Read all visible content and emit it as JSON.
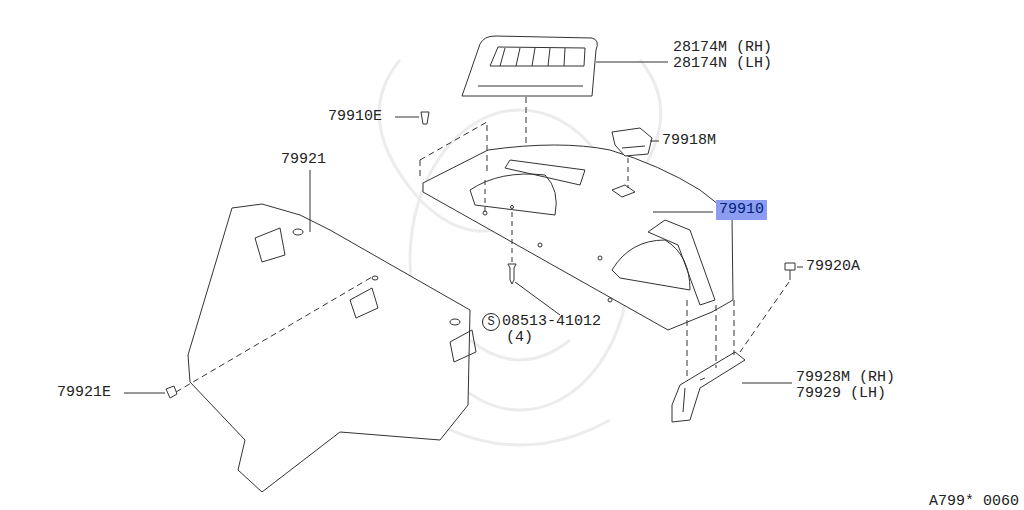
{
  "diagram": {
    "nodes": [
      {
        "text": [
          "79910"
        ]
      },
      {
        "text": [
          "S"
        ]
      }
    ],
    "labels": [
      "28174M (RH)",
      "28174N (LH)",
      "79910E",
      "79918M",
      "79921",
      "79920A",
      "08513-41012",
      "(4)",
      "79928M (RH)",
      "79929 (LH)",
      "79921E",
      "A799* 0060"
    ]
  }
}
